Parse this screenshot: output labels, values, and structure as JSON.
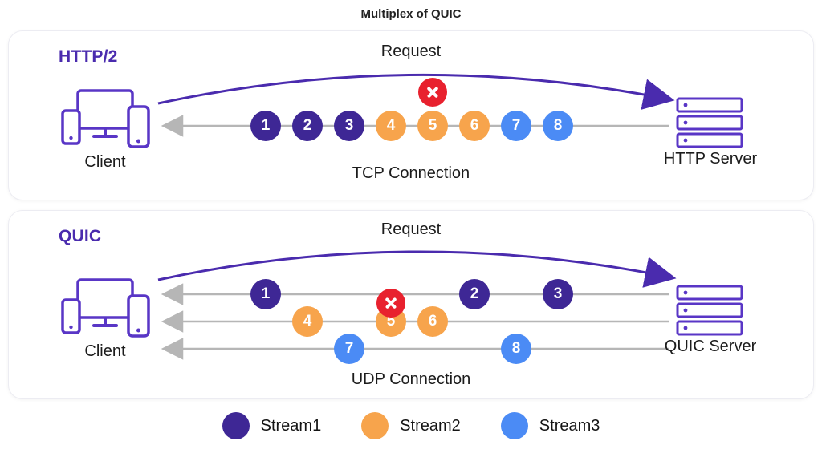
{
  "diagram_title": "Multiplex of QUIC",
  "colors": {
    "accent_purple": "#4a2bae",
    "icon_purple": "#5936c6",
    "lane_gray": "#b6b6b6",
    "error_red": "#e8212e",
    "text_dark": "#1c1c1c"
  },
  "legend": [
    {
      "label": "Stream1",
      "color": "#3e2795"
    },
    {
      "label": "Stream2",
      "color": "#f7a44c"
    },
    {
      "label": "Stream3",
      "color": "#4b8bf5"
    }
  ],
  "panels": [
    {
      "name": "HTTP/2",
      "request_label": "Request",
      "connection_label": "TCP Connection",
      "client_label": "Client",
      "server_label": "HTTP Server",
      "lanes": [
        {
          "packets": [
            {
              "num": "1",
              "stream": 0,
              "slot": 0
            },
            {
              "num": "2",
              "stream": 0,
              "slot": 1
            },
            {
              "num": "3",
              "stream": 0,
              "slot": 2
            },
            {
              "num": "4",
              "stream": 1,
              "slot": 3
            },
            {
              "num": "5",
              "stream": 1,
              "slot": 4
            },
            {
              "num": "6",
              "stream": 1,
              "slot": 5
            },
            {
              "num": "7",
              "stream": 2,
              "slot": 6
            },
            {
              "num": "8",
              "stream": 2,
              "slot": 7
            }
          ]
        }
      ],
      "error_marker": {
        "slot": 4
      }
    },
    {
      "name": "QUIC",
      "request_label": "Request",
      "connection_label": "UDP Connection",
      "client_label": "Client",
      "server_label": "QUIC Server",
      "lanes": [
        {
          "packets": [
            {
              "num": "1",
              "stream": 0,
              "slot": 0
            },
            {
              "num": "2",
              "stream": 0,
              "slot": 5
            },
            {
              "num": "3",
              "stream": 0,
              "slot": 7
            }
          ]
        },
        {
          "packets": [
            {
              "num": "4",
              "stream": 1,
              "slot": 1
            },
            {
              "num": "5",
              "stream": 1,
              "slot": 3
            },
            {
              "num": "6",
              "stream": 1,
              "slot": 4
            }
          ]
        },
        {
          "packets": [
            {
              "num": "7",
              "stream": 2,
              "slot": 2
            },
            {
              "num": "8",
              "stream": 2,
              "slot": 6
            }
          ]
        }
      ],
      "error_marker": {
        "slot": 3
      }
    }
  ]
}
